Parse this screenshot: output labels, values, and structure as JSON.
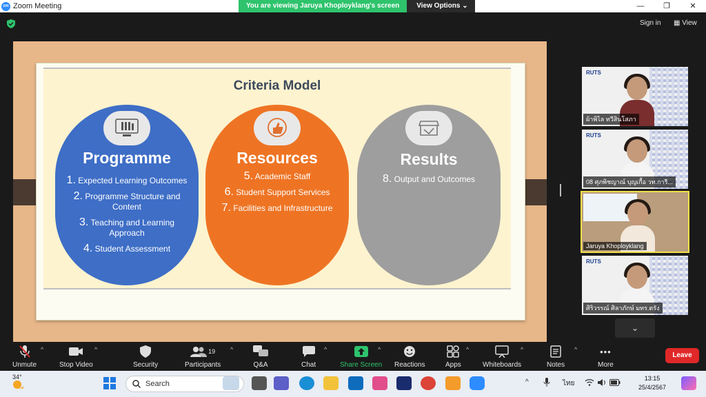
{
  "window": {
    "app_icon": "zm",
    "title": "Zoom Meeting",
    "minimize": "—",
    "maximize": "❐",
    "close": "✕"
  },
  "share_banner": {
    "message": "You are viewing Jaruya Khoployklang's screen",
    "options_label": "View Options",
    "options_caret": "⌄"
  },
  "top": {
    "sign_in": "Sign in",
    "view": "View",
    "view_glyph": "▦"
  },
  "slide": {
    "title": "Criteria Model",
    "columns": [
      {
        "heading": "Programme",
        "color": "#3e6ec6",
        "icon": "books-icon",
        "items": [
          {
            "num": "1.",
            "text": "Expected Learning Outcomes"
          },
          {
            "num": "2.",
            "text": "Programme Structure and Content"
          },
          {
            "num": "3.",
            "text": "Teaching and Learning Approach"
          },
          {
            "num": "4.",
            "text": "Student Assessment"
          }
        ]
      },
      {
        "heading": "Resources",
        "color": "#ee7424",
        "icon": "thumbs-up-icon",
        "items": [
          {
            "num": "5.",
            "text": "Academic Staff"
          },
          {
            "num": "6.",
            "text": "Student Support Services"
          },
          {
            "num": "7.",
            "text": "Facilities and Infrastructure"
          }
        ]
      },
      {
        "heading": "Results",
        "color": "#9e9e9e",
        "icon": "storefront-icon",
        "items": [
          {
            "num": "8.",
            "text": "Output and Outcomes"
          }
        ]
      }
    ]
  },
  "participants_strip": [
    {
      "logo": "RUTS",
      "name": "ผ้าพิไล ทวีสินโสภา"
    },
    {
      "logo": "RUTS",
      "name": "08 ศุภพิชญาณ์ บุญเกื้อ วท.การี..."
    },
    {
      "logo": "",
      "name": "Jaruya Khoployklang"
    },
    {
      "logo": "RUTS",
      "name": "ศิริวรรณ์ ศิลาภักษ์ มทร.ตรัง"
    }
  ],
  "scroll_down_glyph": "⌄",
  "toolbar": {
    "unmute": "Unmute",
    "stop_video": "Stop Video",
    "security": "Security",
    "participants": "Participants",
    "participants_count": "19",
    "qa": "Q&A",
    "chat": "Chat",
    "share_screen": "Share Screen",
    "reactions": "Reactions",
    "apps": "Apps",
    "whiteboards": "Whiteboards",
    "notes": "Notes",
    "more": "More",
    "more_glyph": "•••",
    "caret": "^",
    "leave": "Leave",
    "accent_green": "#2ec36c",
    "leave_red": "#e02828"
  },
  "taskbar": {
    "temperature": "34°",
    "search_placeholder": "Search",
    "tray_caret": "^",
    "input_lang": "ไทย",
    "time": "13:15",
    "date": "25/4/2567"
  }
}
